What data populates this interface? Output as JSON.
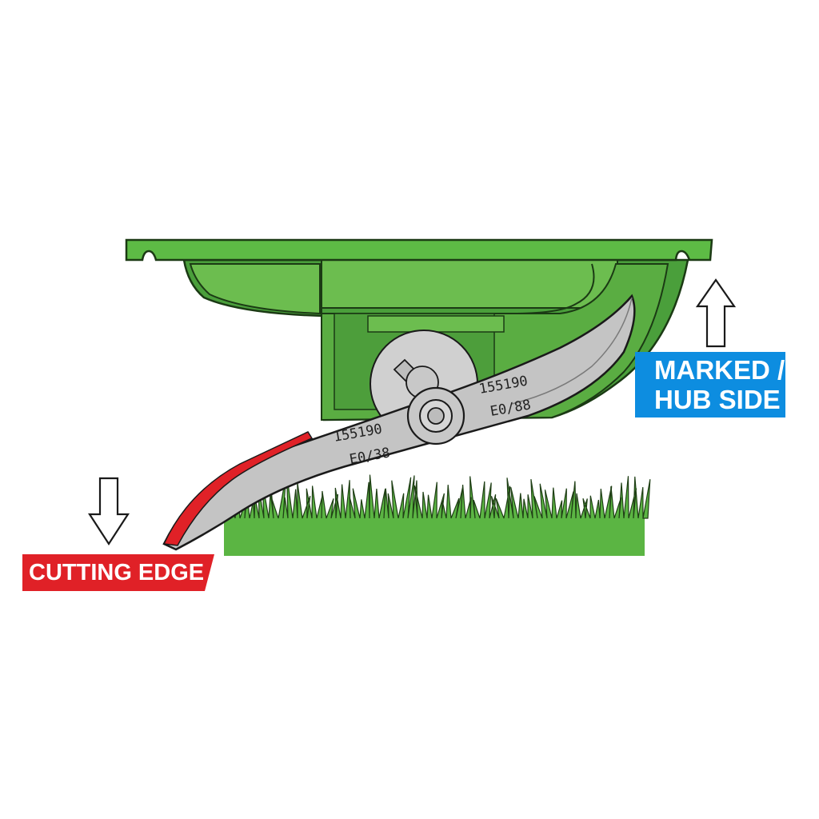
{
  "labels": {
    "hub_side_line1": "MARKED /",
    "hub_side_line2": "HUB SIDE",
    "cutting_edge": "CUTTING EDGE"
  },
  "blade_markings": {
    "left_line1": "155190",
    "left_line2": "E0/38",
    "right_line1": "155190",
    "right_line2": "E0/88"
  },
  "colors": {
    "deck_green": "#5db346",
    "deck_dark": "#3e8f32",
    "blade_gray": "#c4c4c4",
    "hub_label_blue": "#0d8de0",
    "cutting_red": "#e02127",
    "grass_green": "#5bb543"
  },
  "icons": {
    "up_arrow": "arrow-up-icon",
    "down_arrow": "arrow-down-icon"
  }
}
